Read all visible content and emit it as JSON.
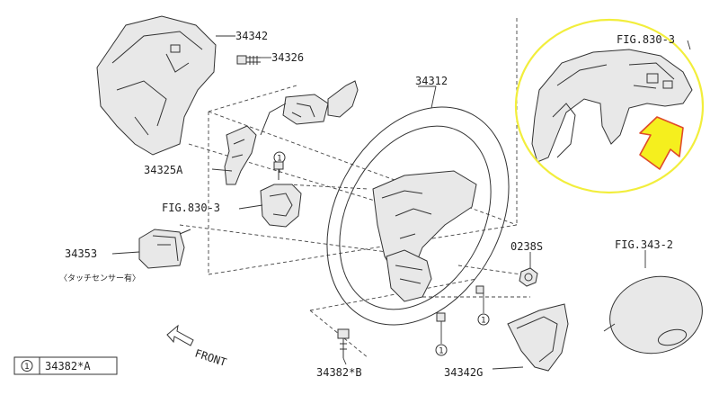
{
  "labels": {
    "p34342": "34342",
    "p34326": "34326",
    "p34312": "34312",
    "fig830_3_top": "FIG.830-3",
    "p34325A": "34325A",
    "fig830_3_mid": "FIG.830-3",
    "p34353": "34353",
    "touch_note": "〈タッチセンサー有〉",
    "p0238S": "0238S",
    "fig343_2": "FIG.343-2",
    "front": "FRONT",
    "legend_num": "1",
    "legend_text": "34382*A",
    "p34382B": "34382*B",
    "p34342G": "34342G"
  },
  "callout_marker": "1",
  "highlight": {
    "ellipse_color": "#f2ee3c",
    "arrow_fill": "#f5ef1e",
    "arrow_stroke": "#e04a2a"
  }
}
